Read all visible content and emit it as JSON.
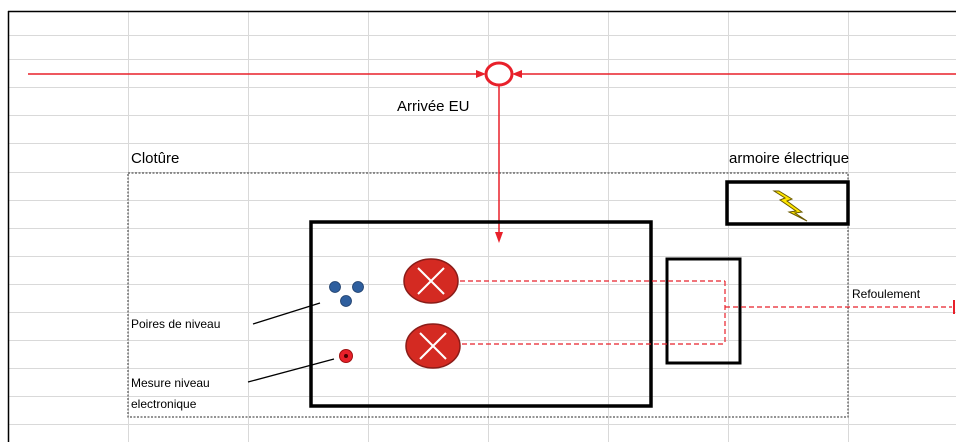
{
  "labels": {
    "arrivee": "Arrivée EU",
    "cloture": "Clotûre",
    "armoire": "armoire électrique",
    "refoulement": "Refoulement",
    "poires": "Poires de niveau",
    "mesure_line1": "Mesure niveau",
    "mesure_line2": "electronique"
  },
  "colors": {
    "pipe_red": "#e8202a",
    "pump_fill": "#d42a22",
    "float_blue": "#2f5f9e",
    "grid": "#d9d9d9",
    "bolt_yellow": "#ffe600"
  },
  "icons": {
    "pump": "pump-icon",
    "lightning": "lightning-icon",
    "float_switch": "float-switch-icon",
    "sensor": "sensor-icon"
  }
}
